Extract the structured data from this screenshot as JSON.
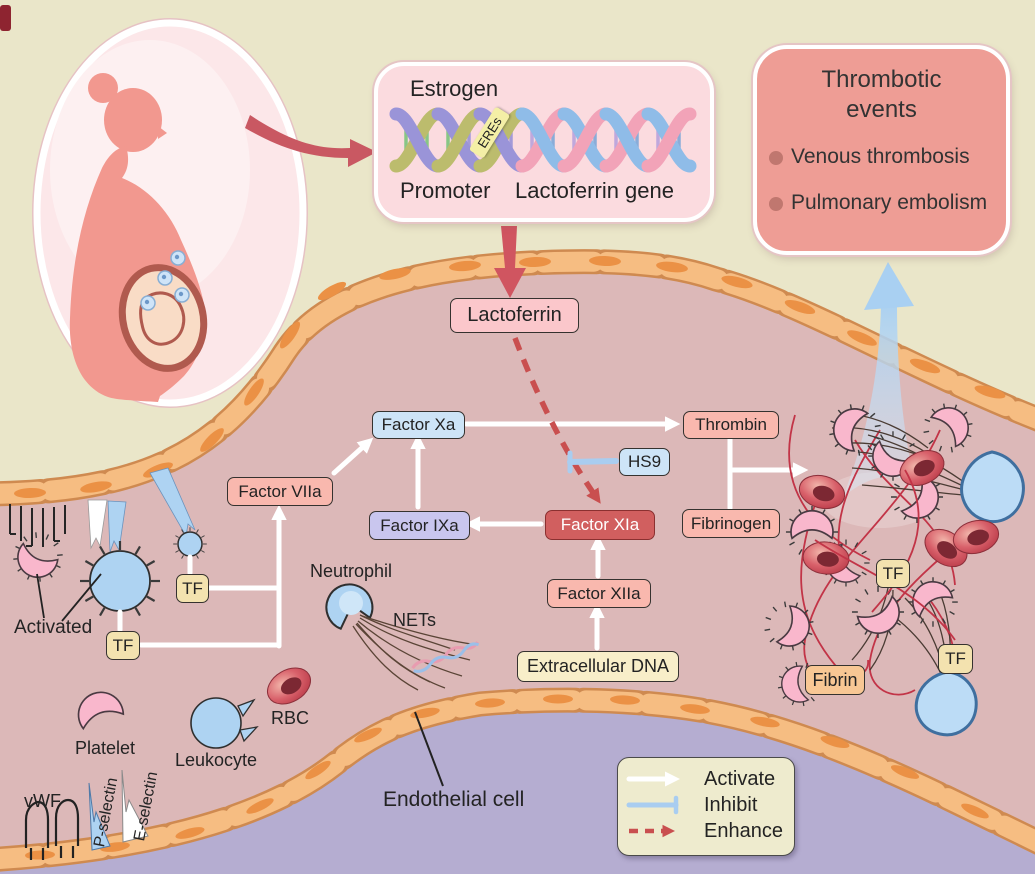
{
  "colors": {
    "background_top": "#eae6c9",
    "vessel_lumen": "#dcb8b8",
    "background_bottom": "#b5add1",
    "endothelium_fill": "#f6bd82",
    "endothelium_nucleus": "#eb9145",
    "activate_arrow": "#ffffff",
    "inhibit_line": "#a9cdf0",
    "enhance_arrow": "#c94f4f",
    "factor_xia_box": "#d15f5f",
    "light_blue_box": "#cde4f7",
    "lavender_box": "#c9c6ee",
    "salmon_box": "#f9b8ae",
    "cream_box": "#f8eec9",
    "thrombotic_panel": "#ee9d95",
    "estrogen_panel": "#fbdbdf"
  },
  "estrogen_panel": {
    "estrogen": "Estrogen",
    "eres": "EREs",
    "promoter": "Promoter",
    "gene": "Lactoferrin gene"
  },
  "thrombotic_panel": {
    "title": "Thrombotic events",
    "items": [
      "Venous thrombosis",
      "Pulmonary embolism"
    ]
  },
  "cascade": {
    "lactoferrin": "Lactoferrin",
    "factor_xa": "Factor Xa",
    "factor_viia": "Factor VIIa",
    "factor_ixa": "Factor IXa",
    "factor_xia": "Factor XIa",
    "factor_xiia": "Factor XIIa",
    "extracellular_dna": "Extracellular DNA",
    "thrombin": "Thrombin",
    "fibrinogen": "Fibrinogen",
    "hs9": "HS9"
  },
  "cells": {
    "neutrophil": "Neutrophil",
    "nets": "NETs",
    "rbc": "RBC",
    "leukocyte": "Leukocyte",
    "platelet": "Platelet",
    "activated": "Activated",
    "endothelial_cell": "Endothelial cell"
  },
  "molecules": {
    "tf": "TF",
    "fibrin": "Fibrin",
    "vwf": "vWF",
    "p_selectin": "P-selectin",
    "e_selectin": "E-selectin"
  },
  "legend": {
    "activate": "Activate",
    "inhibit": "Inhibit",
    "enhance": "Enhance"
  }
}
